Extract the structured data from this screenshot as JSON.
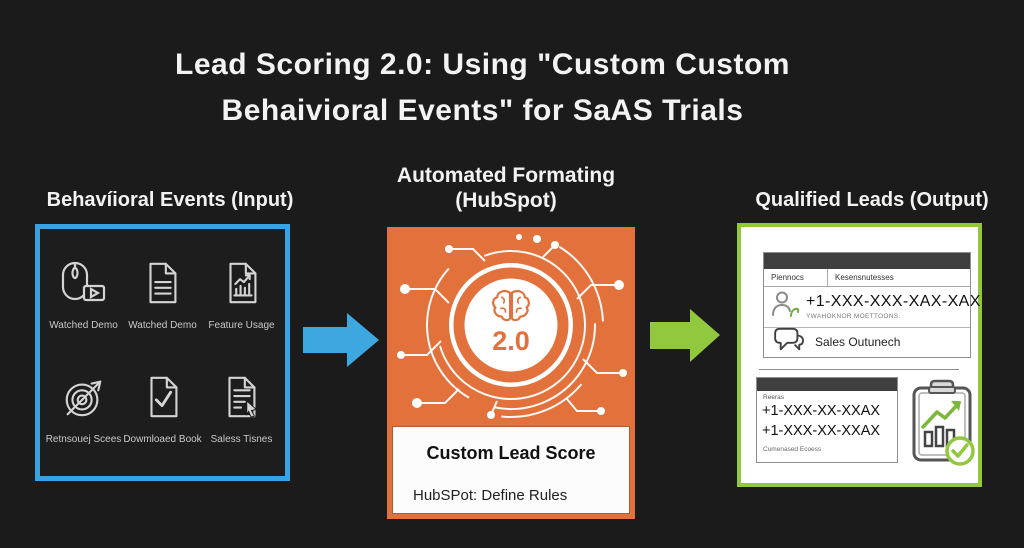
{
  "title": {
    "line1": "Lead Scoring 2.0: Using \"Custom Custom",
    "line2": "Behaivioral Events\" for SaAS Trials"
  },
  "columns": {
    "input": {
      "heading": "Behavíioral Events (Input)",
      "items": [
        {
          "icon": "mouse-video-icon",
          "label": "Watched Demo"
        },
        {
          "icon": "document-lines-icon",
          "label": "Watched Demo"
        },
        {
          "icon": "document-chart-icon",
          "label": "Feature Usage"
        },
        {
          "icon": "target-arrow-icon",
          "label": "Retnsouej Scees"
        },
        {
          "icon": "document-check-icon",
          "label": "Dowmloaed Book"
        },
        {
          "icon": "document-cursor-icon",
          "label": "Saless Tisnes"
        }
      ]
    },
    "process": {
      "heading_line1": "Automated Formating",
      "heading_line2": "(HubSpot)",
      "center_icon": "brain-icon",
      "version_badge": "2.0",
      "box_title": "Custom Lead Score",
      "box_subtitle": "HubSPot: Define Rules"
    },
    "output": {
      "heading": "Qualified Leads (Output)",
      "contact_card": {
        "tab1": "Piennocs",
        "tab2": "Kesensnutesses",
        "phone": "+1-XXX-XXX-XAX-XAX",
        "phone_note": "YWAHOKNOR MOETTOONS.",
        "outreach": "Sales Outunech"
      },
      "numbers_card": {
        "label": "Reeras",
        "phone1": "+1-XXX-XX-XXAX",
        "phone2": "+1-XXX-XX-XXAX",
        "footer": "Cumenased Ecoess"
      }
    }
  },
  "colors": {
    "background": "#1b1b1b",
    "input_border_blue": "#38a3e3",
    "process_orange": "#e2713c",
    "output_border_green": "#92c83e",
    "arrow_blue": "#3da8e0",
    "arrow_green": "#92c83e"
  }
}
